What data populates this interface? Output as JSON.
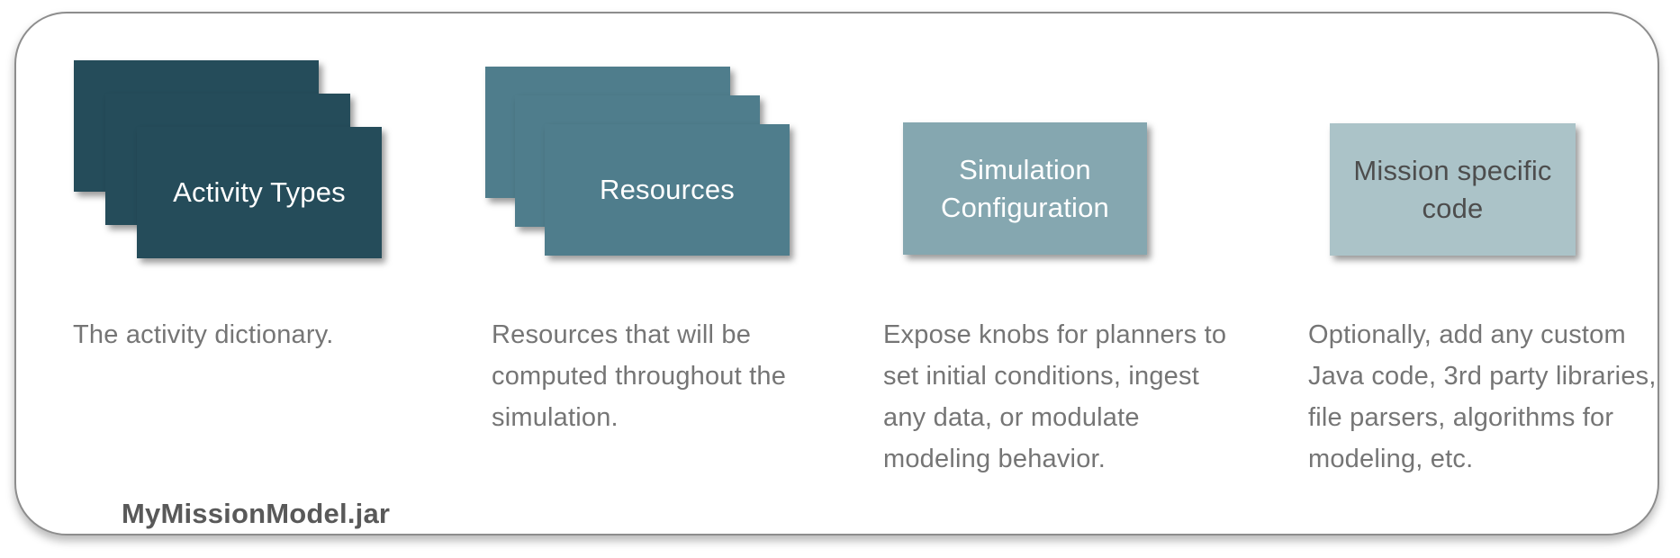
{
  "diagram": {
    "container": {
      "label": "MyMissionModel.jar",
      "label_color": "#595959",
      "border_color": "#8D8D8D",
      "background_color": "#FFFFFF"
    },
    "description_color": "#757575",
    "cards": [
      {
        "label": "Activity Types",
        "color": "#254C5A",
        "text_color": "#FFFFFF",
        "stacked": true,
        "description": "The activity dictionary."
      },
      {
        "label": "Resources",
        "color": "#4F7D8C",
        "text_color": "#FFFFFF",
        "stacked": true,
        "description": "Resources that will be\ncomputed throughout the\nsimulation."
      },
      {
        "label": "Simulation\nConfiguration",
        "color": "#85A7B0",
        "text_color": "#FFFFFF",
        "stacked": false,
        "description": "Expose knobs for planners to\nset initial conditions, ingest\nany data, or modulate\nmodeling behavior."
      },
      {
        "label": "Mission specific\ncode",
        "color": "#ABC3C8",
        "text_color": "#4D4D4D",
        "stacked": false,
        "description": "Optionally, add any custom\nJava code, 3rd party libraries,\nfile parsers, algorithms for\nmodeling, etc."
      }
    ]
  }
}
